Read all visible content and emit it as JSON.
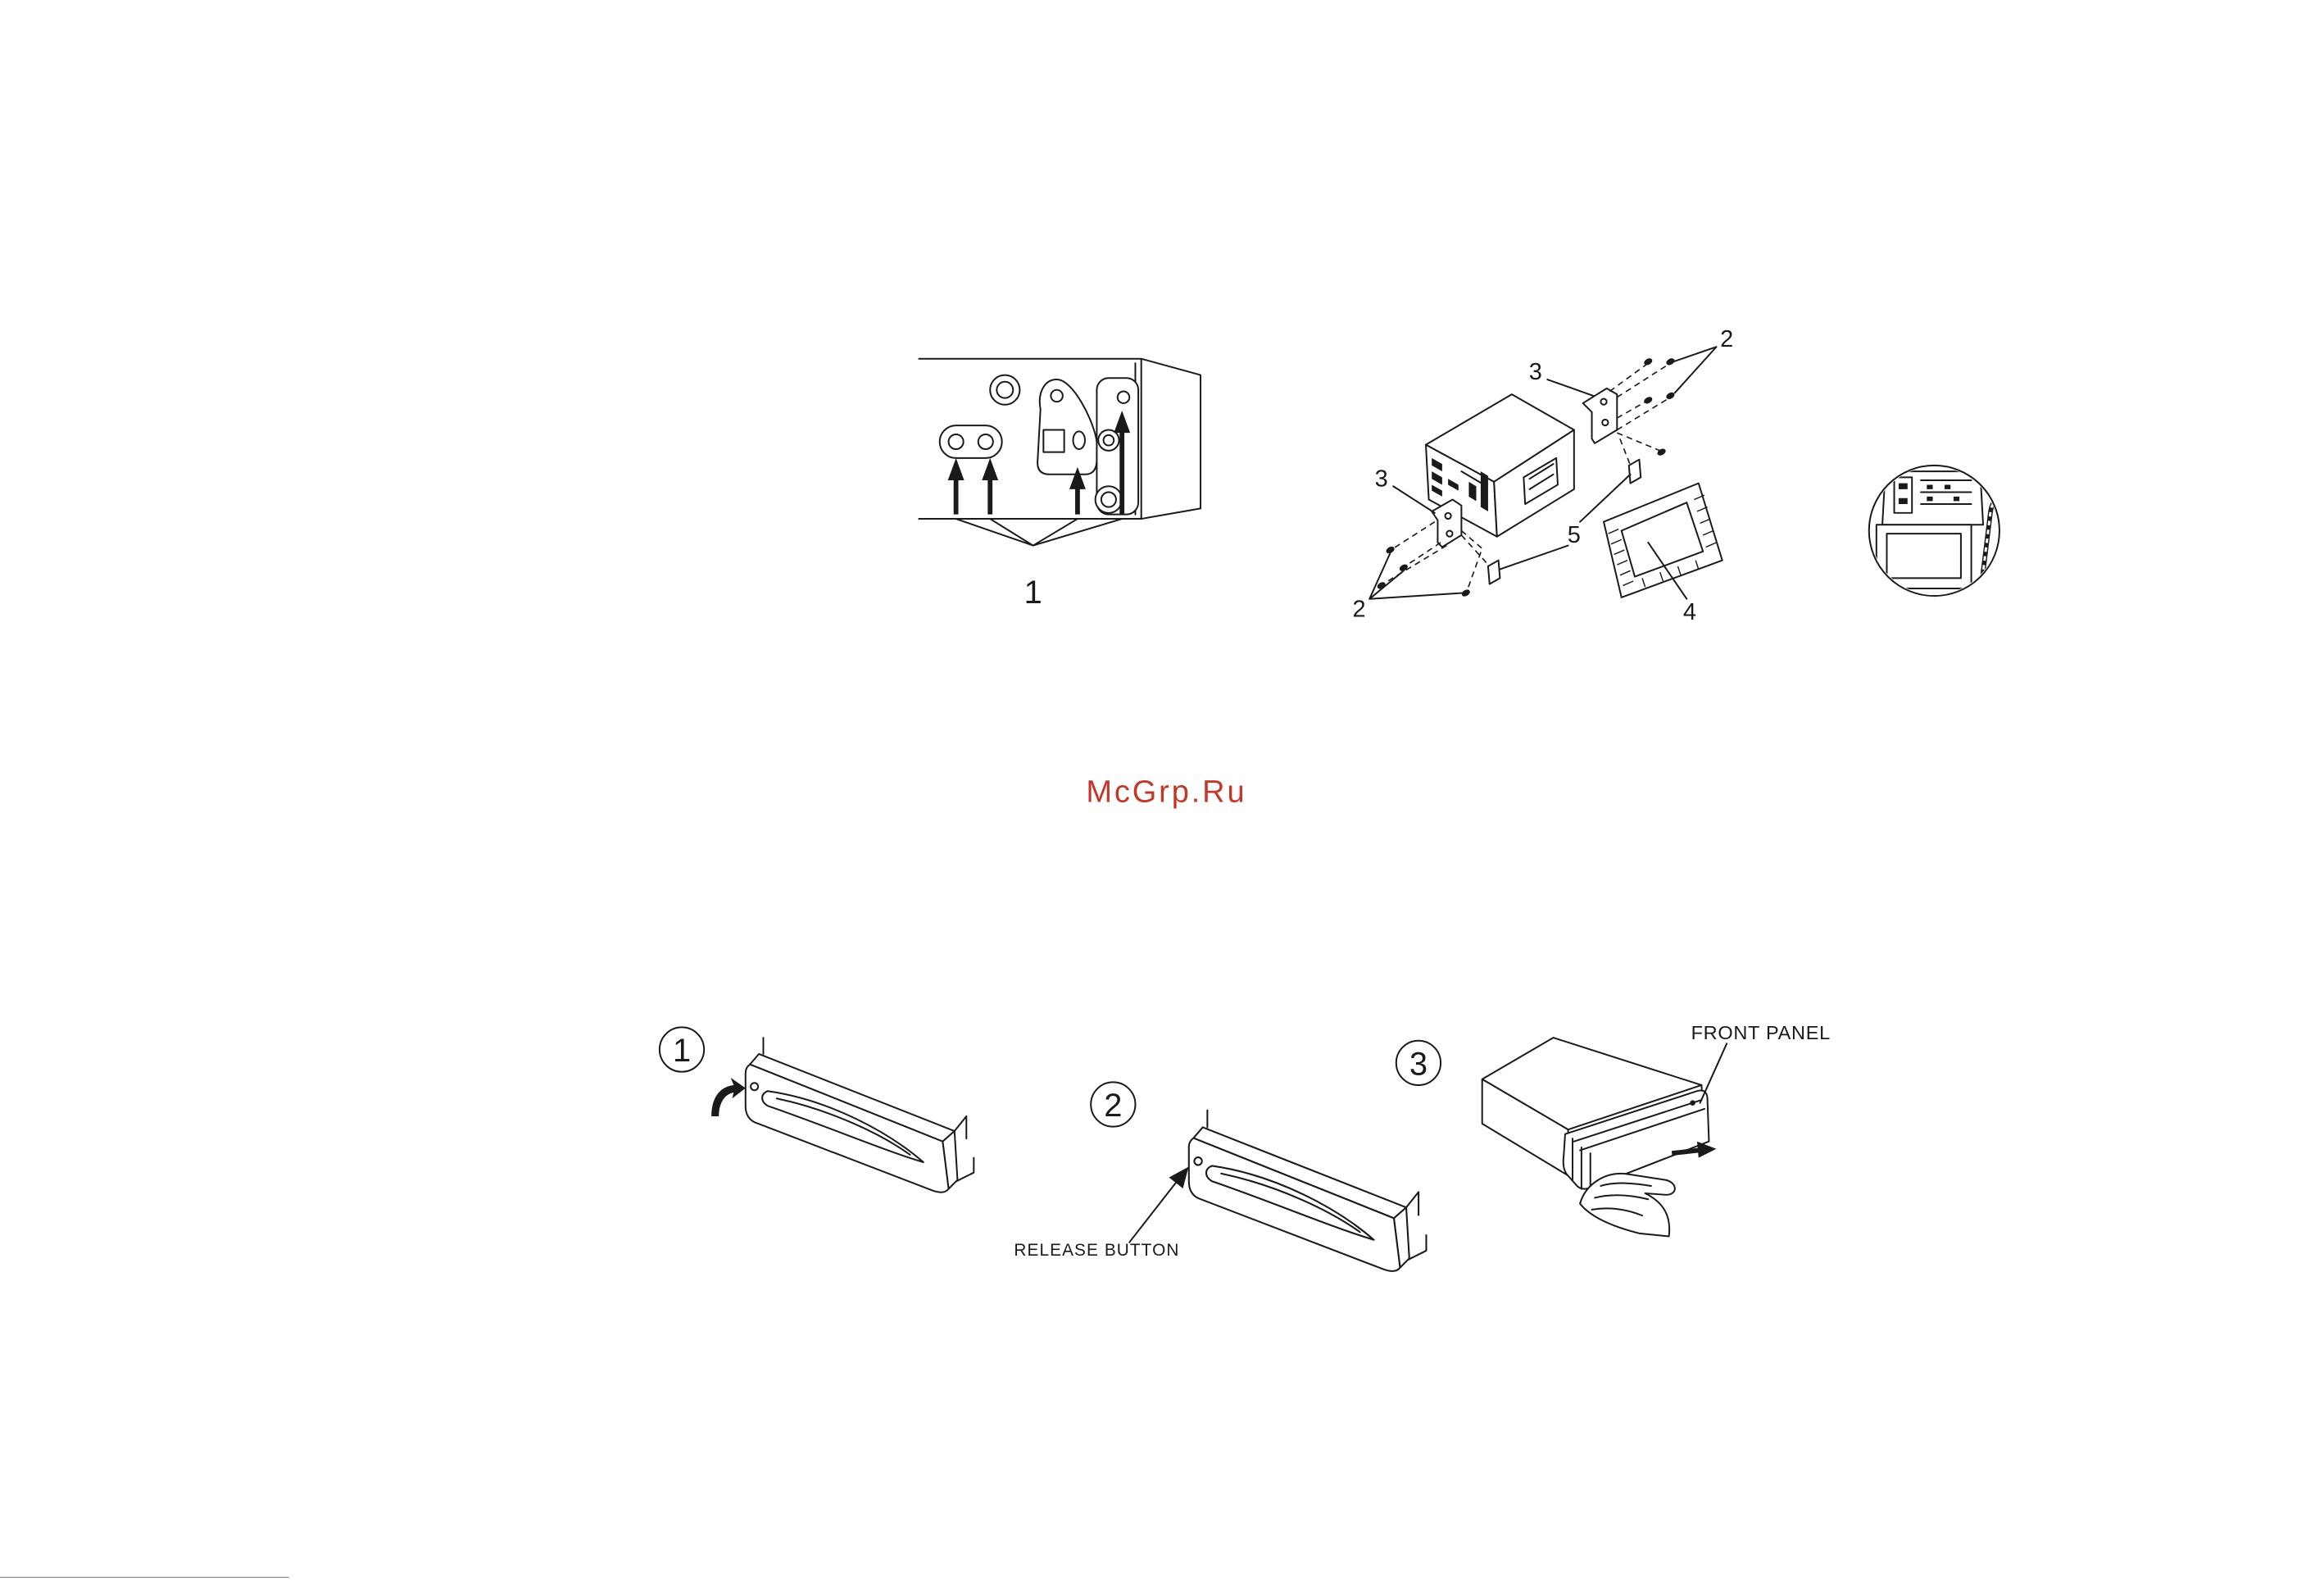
{
  "watermark": "McGrp.Ru",
  "colors": {
    "ink": "#1a1a1a",
    "watermark": "#c0392b",
    "paper": "#ffffff"
  },
  "figure_mounting_holes": {
    "callout": "1"
  },
  "figure_exploded_view": {
    "callouts": {
      "screws_upper": "2",
      "bracket_upper": "3",
      "bracket_left": "3",
      "clips": "5",
      "screws_lower": "2",
      "trim_frame": "4"
    }
  },
  "panel_removal_steps": [
    {
      "step": "1"
    },
    {
      "step": "2",
      "callout": "RELEASE BUTTON"
    },
    {
      "step": "3",
      "callout": "FRONT PANEL"
    }
  ]
}
